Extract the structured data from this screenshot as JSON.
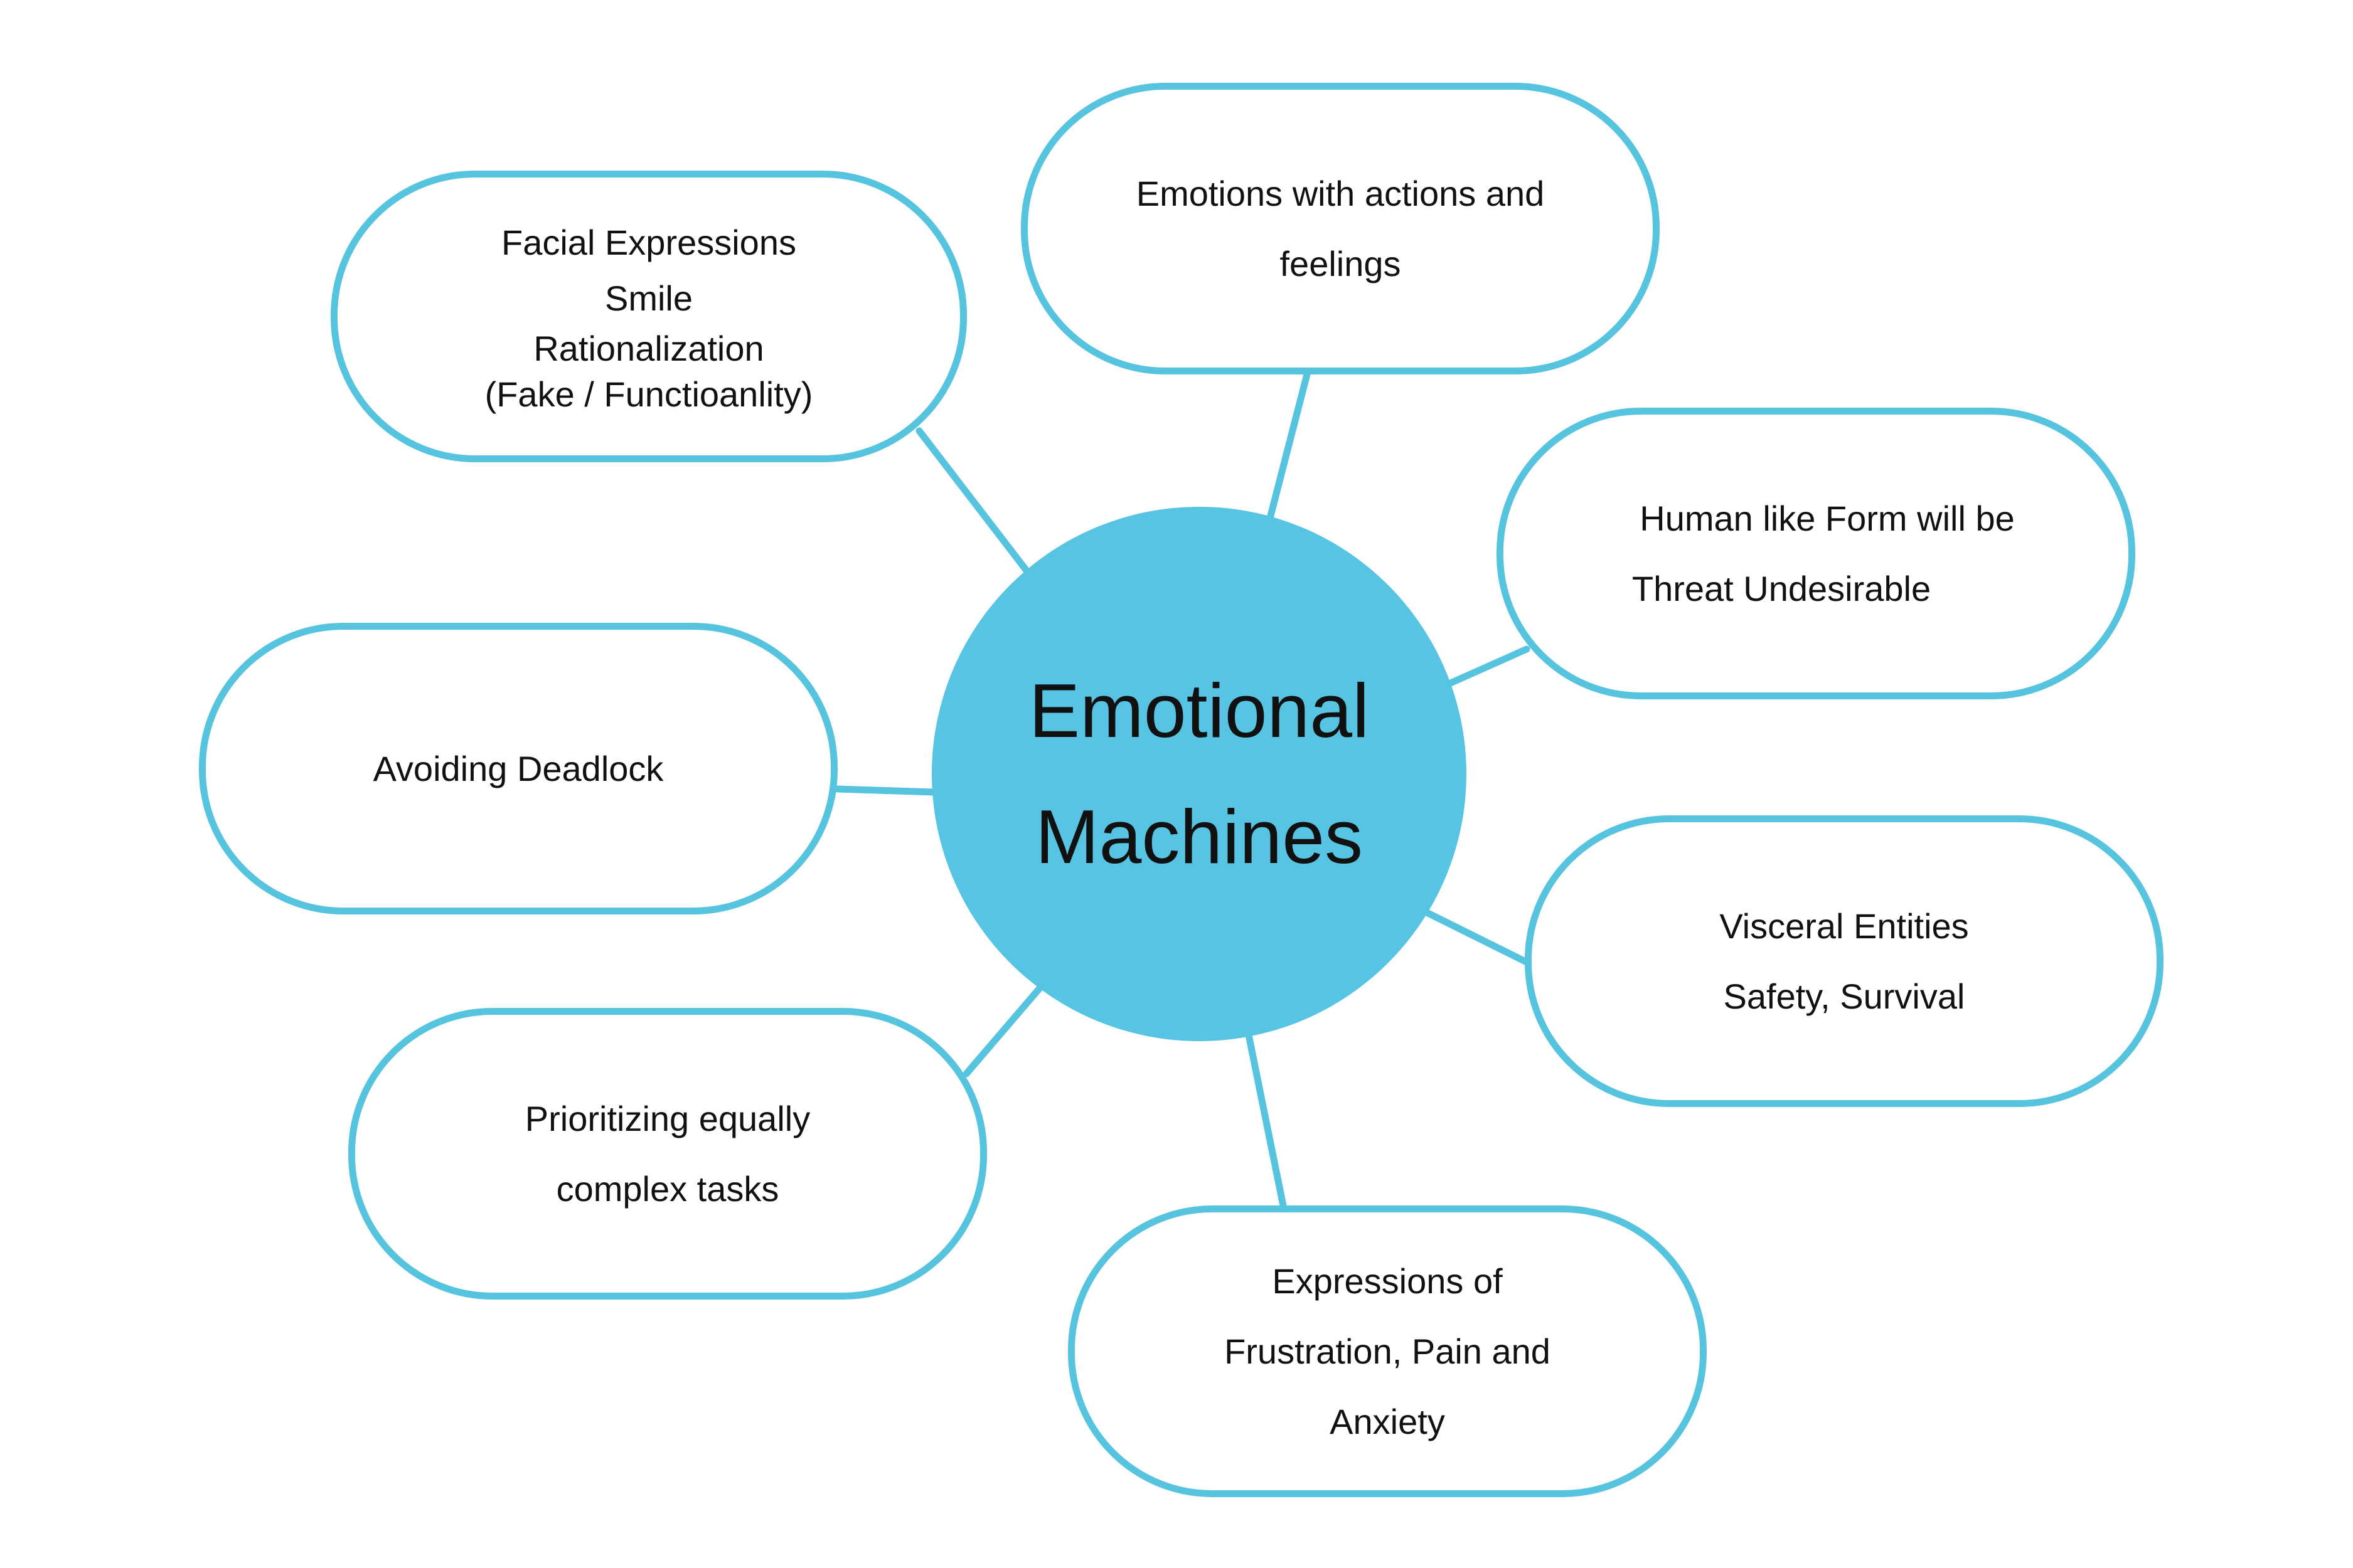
{
  "hub": {
    "line1": "Emotional",
    "line2": "Machines",
    "fill_color": "#56c4e2"
  },
  "border_color": "#56c4df",
  "nodes": {
    "facial": {
      "lines": [
        "Facial Expressions",
        "Smile",
        "Rationalization",
        "(Fake / Functioanlity)"
      ]
    },
    "emotions": {
      "lines": [
        "Emotions with actions and",
        "feelings"
      ]
    },
    "human": {
      "lines": [
        "Human like Form will be",
        "Threat Undesirable"
      ]
    },
    "deadlock": {
      "lines": [
        "Avoiding Deadlock"
      ]
    },
    "visceral": {
      "lines": [
        "Visceral Entities",
        "Safety, Survival"
      ]
    },
    "prioritizing": {
      "lines": [
        "Prioritizing equally",
        "complex tasks"
      ]
    },
    "expressions": {
      "lines": [
        "Expressions of",
        "Frustration, Pain and",
        "Anxiety"
      ]
    }
  }
}
